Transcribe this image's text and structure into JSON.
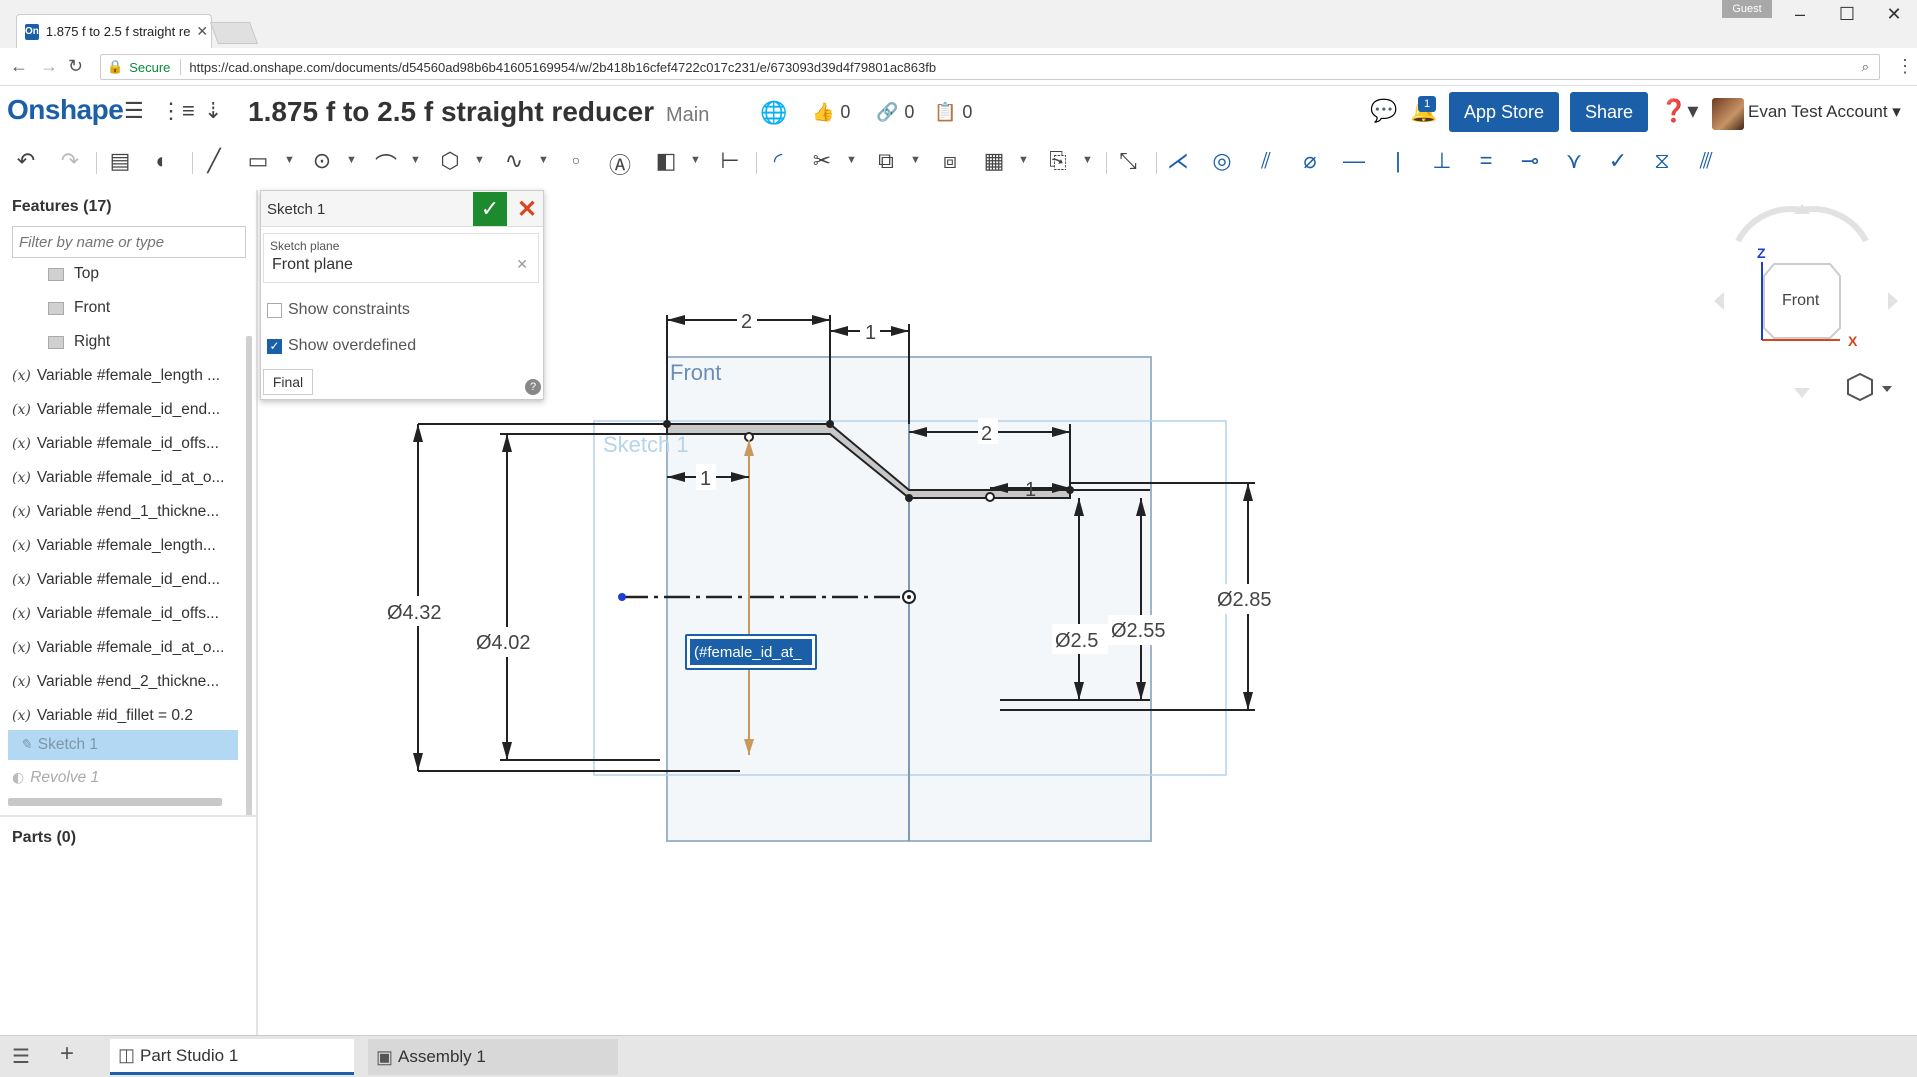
{
  "browser": {
    "tab_title": "1.875 f to 2.5 f straight re",
    "favicon": "On",
    "guest_label": "Guest",
    "secure_label": "Secure",
    "url": "https://cad.onshape.com/documents/d54560ad98b6b41605169954/w/2b418b16cfef4722c017c231/e/673093d39d4f79801ac863fb"
  },
  "header": {
    "logo": "Onshape",
    "doc_title": "1.875 f to 2.5 f straight reducer",
    "branch": "Main",
    "likes": "0",
    "links": "0",
    "copies": "0",
    "notifications": "1",
    "app_store": "App Store",
    "share": "Share",
    "user": "Evan Test Account",
    "accent": "#1b5fa8"
  },
  "features": {
    "title": "Features (17)",
    "filter_placeholder": "Filter by name or type",
    "planes": [
      "Top",
      "Front",
      "Right"
    ],
    "items": [
      "Variable #female_length ...",
      "Variable #female_id_end...",
      "Variable #female_id_offs...",
      "Variable #female_id_at_o...",
      "Variable #end_1_thickne...",
      "Variable #female_length...",
      "Variable #female_id_end...",
      "Variable #female_id_offs...",
      "Variable #female_id_at_o...",
      "Variable #end_2_thickne...",
      "Variable #id_fillet = 0.2"
    ],
    "var_icon": "(x)",
    "selected": "Sketch 1",
    "suppressed": "Revolve 1"
  },
  "parts": {
    "title": "Parts (0)"
  },
  "sketch_dialog": {
    "title": "Sketch 1",
    "plane_label": "Sketch plane",
    "plane_value": "Front plane",
    "show_constraints": "Show constraints",
    "show_overdefined": "Show overdefined",
    "final": "Final"
  },
  "canvas": {
    "plane_name": "Front",
    "sketch_name": "Sketch 1",
    "dims": {
      "top_left": "2",
      "top_right": "1",
      "mid": "2",
      "small_left": "1",
      "small_right": "1",
      "d432": "Ø4.32",
      "d402": "Ø4.02",
      "d25": "Ø2.5",
      "d255": "Ø2.55",
      "d285": "Ø2.85"
    },
    "edit_value": "(#female_id_at_"
  },
  "viewcube": {
    "face": "Front",
    "axis_z": "Z",
    "axis_x": "X"
  },
  "bottom_tabs": [
    "Part Studio 1",
    "Assembly 1"
  ]
}
